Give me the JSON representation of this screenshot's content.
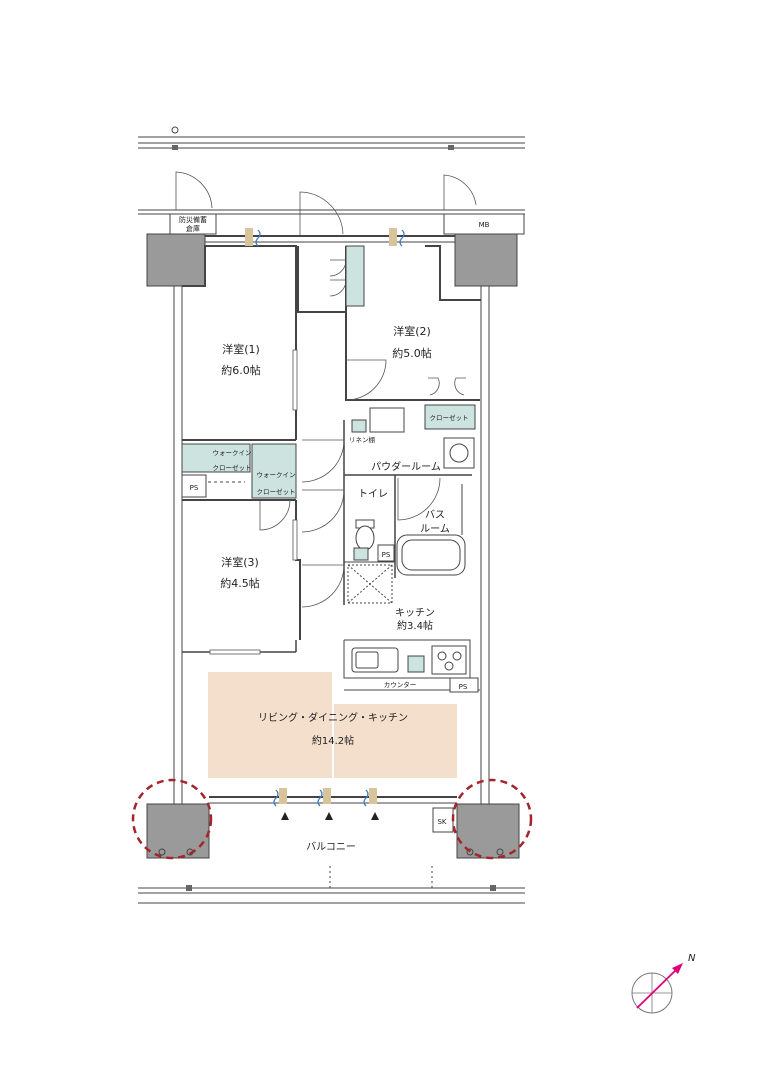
{
  "rooms": {
    "western1_name": "洋室(1)",
    "western1_size": "約6.0帖",
    "western2_name": "洋室(2)",
    "western2_size": "約5.0帖",
    "western3_name": "洋室(3)",
    "western3_size": "約4.5帖",
    "ldk_name": "リビング・ダイニング・キッチン",
    "ldk_size": "約14.2帖",
    "kitchen_name": "キッチン",
    "kitchen_size": "約3.4帖",
    "powder_room": "パウダールーム",
    "toilet": "トイレ",
    "bath_line1": "バス",
    "bath_line2": "ルーム",
    "balcony": "バルコニー"
  },
  "storage": {
    "walkin_line1": "ウォークイン",
    "walkin_line2": "クローゼット",
    "walkin2_line1": "ウォークイン",
    "walkin2_line2": "クローゼット",
    "closet": "クローゼット",
    "linen": "リネン棚",
    "counter": "カウンター",
    "disaster_storage_line1": "防災備蓄",
    "disaster_storage_line2": "倉庫",
    "mb": "MB",
    "ps1": "PS",
    "ps2": "PS",
    "ps3": "PS",
    "sk": "SK"
  },
  "compass": {
    "north_label": "N"
  },
  "colors": {
    "ldk_fill": "#f3dfcc",
    "storage_fill": "#cde3df",
    "wall_fill": "#9a9a9a",
    "highlight_circle": "#a3262a",
    "compass_needle": "#e0007a"
  }
}
